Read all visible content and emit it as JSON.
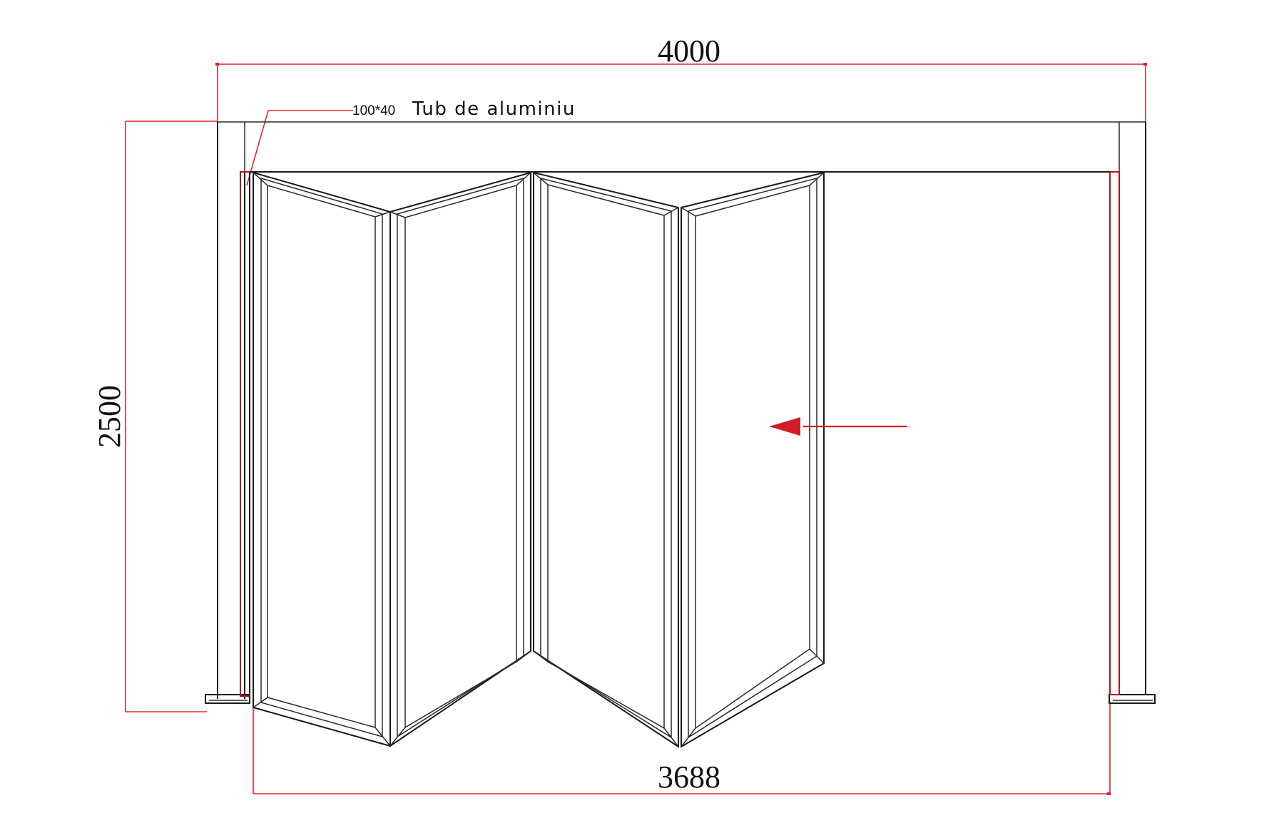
{
  "drawing": {
    "title": "Folding door elevation",
    "colors": {
      "line": "#1a1a1a",
      "dimension": "#e0242c",
      "arrow": "#d01f28",
      "background": "#ffffff"
    },
    "dimensions": {
      "overall_width": "4000",
      "height": "2500",
      "opening_width": "3688"
    },
    "annotation": {
      "profile_size": "100*40",
      "profile_name": "Tub de aluminiu"
    },
    "panels": {
      "count": 4,
      "fold_direction": "left"
    },
    "icons": {
      "direction_arrow": "arrow-left-icon"
    }
  }
}
